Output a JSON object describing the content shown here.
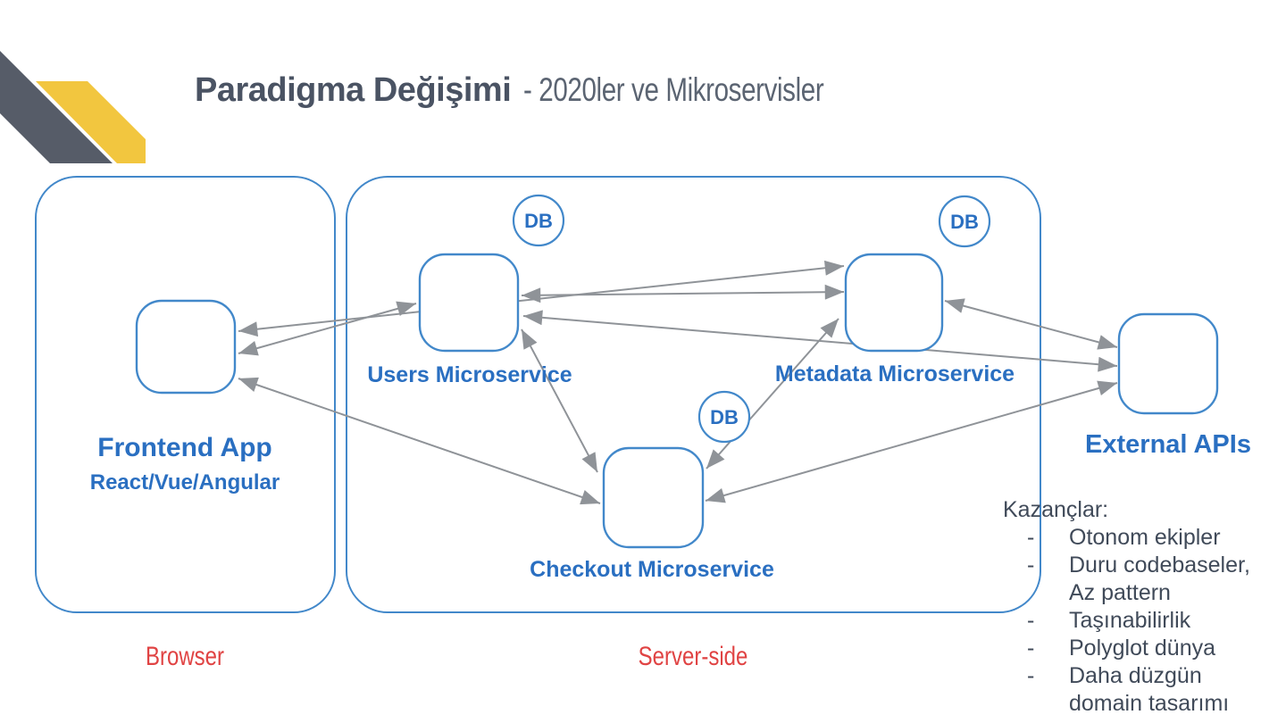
{
  "slide": {
    "title": {
      "bold": "Paradigma Değişimi",
      "light": "- 2020ler ve Mikroservisler"
    }
  },
  "diagram": {
    "db_label": "DB",
    "panels": [
      {
        "id": "browser",
        "label": "Browser"
      },
      {
        "id": "server",
        "label": "Server-side"
      }
    ],
    "nodes": [
      {
        "id": "frontend",
        "title": "Frontend App",
        "subtitle": "React/Vue/Angular",
        "panel": "browser"
      },
      {
        "id": "users",
        "label": "Users Microservice",
        "has_db": true,
        "panel": "server"
      },
      {
        "id": "metadata",
        "label": "Metadata Microservice",
        "has_db": true,
        "panel": "server"
      },
      {
        "id": "checkout",
        "label": "Checkout Microservice",
        "has_db": true,
        "panel": "server"
      },
      {
        "id": "external",
        "label": "External APIs",
        "panel": null
      }
    ],
    "connections": [
      {
        "from": "frontend",
        "to": "metadata",
        "bidirectional": true
      },
      {
        "from": "frontend",
        "to": "users",
        "bidirectional": true
      },
      {
        "from": "frontend",
        "to": "checkout",
        "bidirectional": true
      },
      {
        "from": "users",
        "to": "metadata",
        "bidirectional": true
      },
      {
        "from": "users",
        "to": "external",
        "bidirectional": true
      },
      {
        "from": "users",
        "to": "checkout",
        "bidirectional": true
      },
      {
        "from": "checkout",
        "to": "metadata",
        "bidirectional": true
      },
      {
        "from": "checkout",
        "to": "external",
        "bidirectional": true
      },
      {
        "from": "metadata",
        "to": "external",
        "bidirectional": true
      }
    ]
  },
  "benefits": {
    "heading": "Kazançlar:",
    "marker": "-",
    "items": [
      "Otonom ekipler",
      "Duru codebaseler, Az pattern",
      "Taşınabilirlik",
      "Polyglot dünya",
      "Daha düzgün domain tasarımı"
    ]
  },
  "colors": {
    "border_blue": "#4288ca",
    "label_blue": "#2a6fc1",
    "arrow_gray": "#8f9398",
    "caption_red": "#e04343",
    "accent_yellow": "#f2c63f",
    "accent_dark": "#565c68",
    "title_dark": "#4a5363",
    "body_text": "#404a59"
  }
}
